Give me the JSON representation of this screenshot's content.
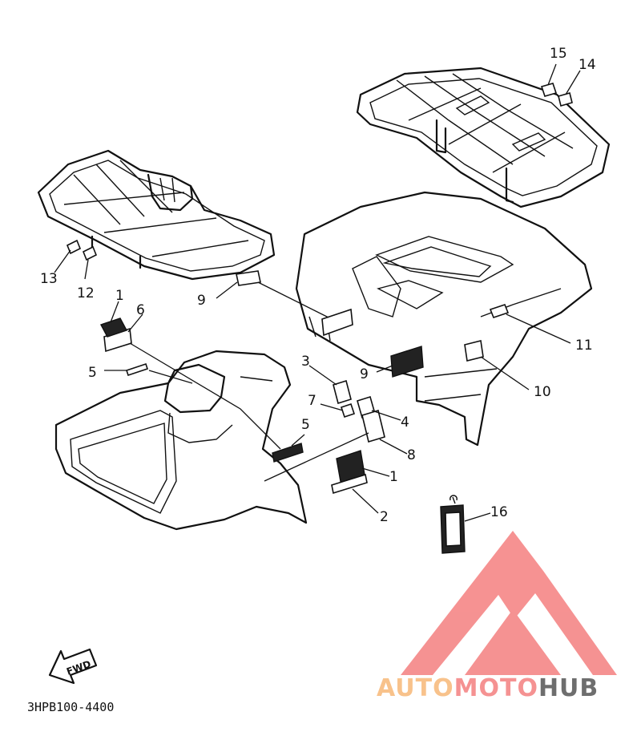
{
  "callouts": {
    "c1a": "1",
    "c1b": "1",
    "c2": "2",
    "c3": "3",
    "c4": "4",
    "c5a": "5",
    "c5b": "5",
    "c6": "6",
    "c7": "7",
    "c8": "8",
    "c9a": "9",
    "c9b": "9",
    "c10": "10",
    "c11": "11",
    "c12": "12",
    "c13": "13",
    "c14": "14",
    "c15": "15",
    "c16": "16"
  },
  "forward_label": "FWD",
  "diagram_code": "3HPB100-4400",
  "watermark": {
    "part1": "AUTO",
    "part2": "MOTO",
    "part3": "HUB",
    "color1": "#f7b877",
    "color2": "#f47f7f",
    "color3": "#555555"
  }
}
